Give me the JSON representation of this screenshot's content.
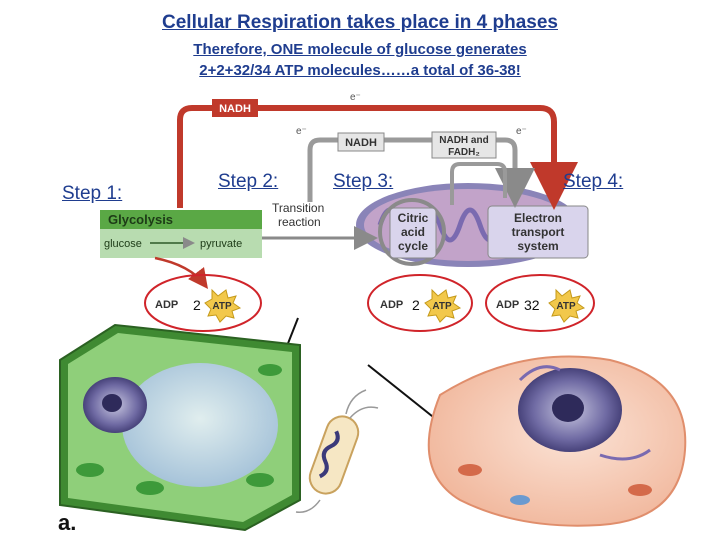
{
  "header": {
    "title": "Cellular Respiration takes place in 4 phases",
    "subtitle_line1": "Therefore, ONE molecule of glucose generates",
    "subtitle_line2": "2+2+32/34 ATP molecules……a total of 36-38!"
  },
  "steps": {
    "step1": "Step 1:",
    "step2": "Step 2:",
    "step3": "Step 3:",
    "step4": "Step 4:"
  },
  "diagram": {
    "nadh_top": "NADH",
    "electron": "e⁻",
    "nadh_mid": "NADH",
    "nadh_fadh_1": "NADH and",
    "nadh_fadh_2": "FADH₂",
    "glycolysis": "Glycolysis",
    "glucose": "glucose",
    "pyruvate": "pyruvate",
    "transition_1": "Transition",
    "transition_2": "reaction",
    "citric_1": "Citric",
    "citric_2": "acid",
    "citric_3": "cycle",
    "ets_1": "Electron",
    "ets_2": "transport",
    "ets_3": "system"
  },
  "atp_outputs": [
    {
      "adp": "ADP",
      "count": "2",
      "atp": "ATP"
    },
    {
      "adp": "ADP",
      "count": "2",
      "atp": "ATP"
    },
    {
      "adp": "ADP",
      "count": "32",
      "atp": "ATP"
    }
  ],
  "figure_label": "a.",
  "colors": {
    "heading_blue": "#1f3d8f",
    "nadh_red": "#c0392b",
    "glycolysis_green": "#5aa845",
    "atp_yellow": "#f2c84b",
    "oval_red": "#d0242a"
  }
}
